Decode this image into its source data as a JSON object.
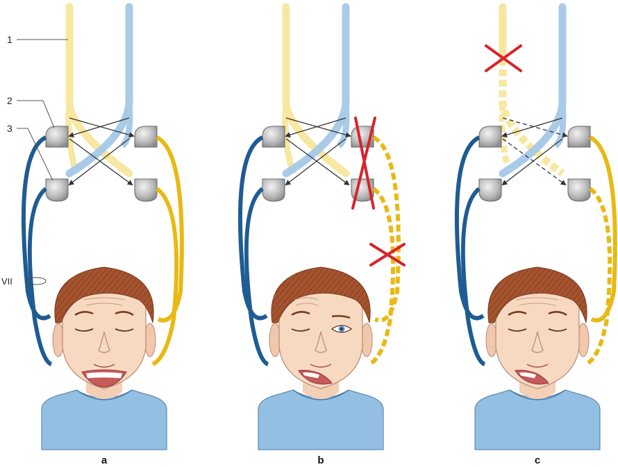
{
  "labels": {
    "callout_1": "1",
    "callout_2": "2",
    "callout_3": "3",
    "nerve_vii": "VII"
  },
  "panels": [
    {
      "letter": "a"
    },
    {
      "letter": "b"
    },
    {
      "letter": "c"
    }
  ],
  "colors": {
    "yellow_pathway_light": "#f7e7a0",
    "yellow_pathway": "#e9b914",
    "blue_pathway_light": "#a9cbe8",
    "blue_pathway": "#1e5c93",
    "nucleus": "#b8b8b8",
    "lesion_mark": "#d8232a",
    "hair": "#a4542f",
    "skin": "#f7d8c1",
    "shirt": "#93bfe3"
  }
}
